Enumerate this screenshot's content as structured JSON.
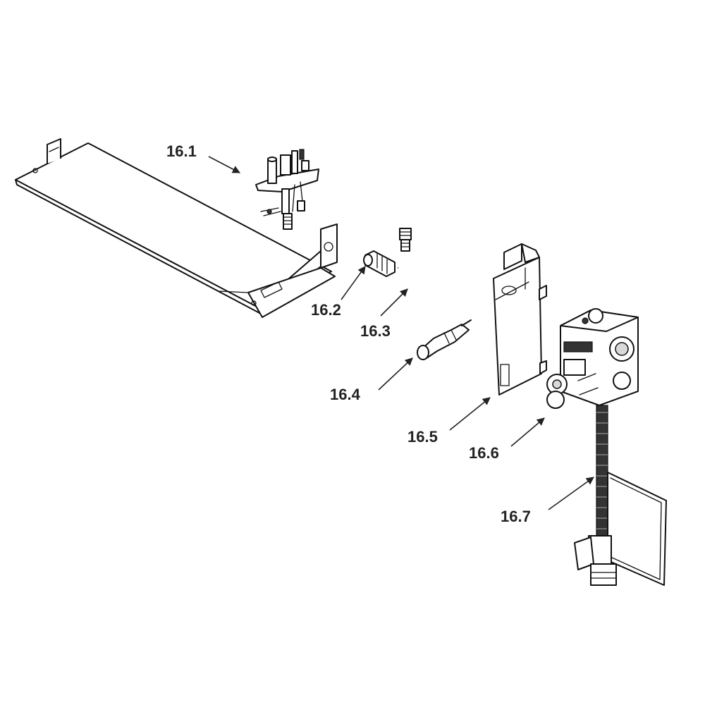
{
  "labels": {
    "p16_1": "16.1",
    "p16_2": "16.2",
    "p16_3": "16.3",
    "p16_4": "16.4",
    "p16_5": "16.5",
    "p16_6": "16.6",
    "p16_7": "16.7"
  }
}
